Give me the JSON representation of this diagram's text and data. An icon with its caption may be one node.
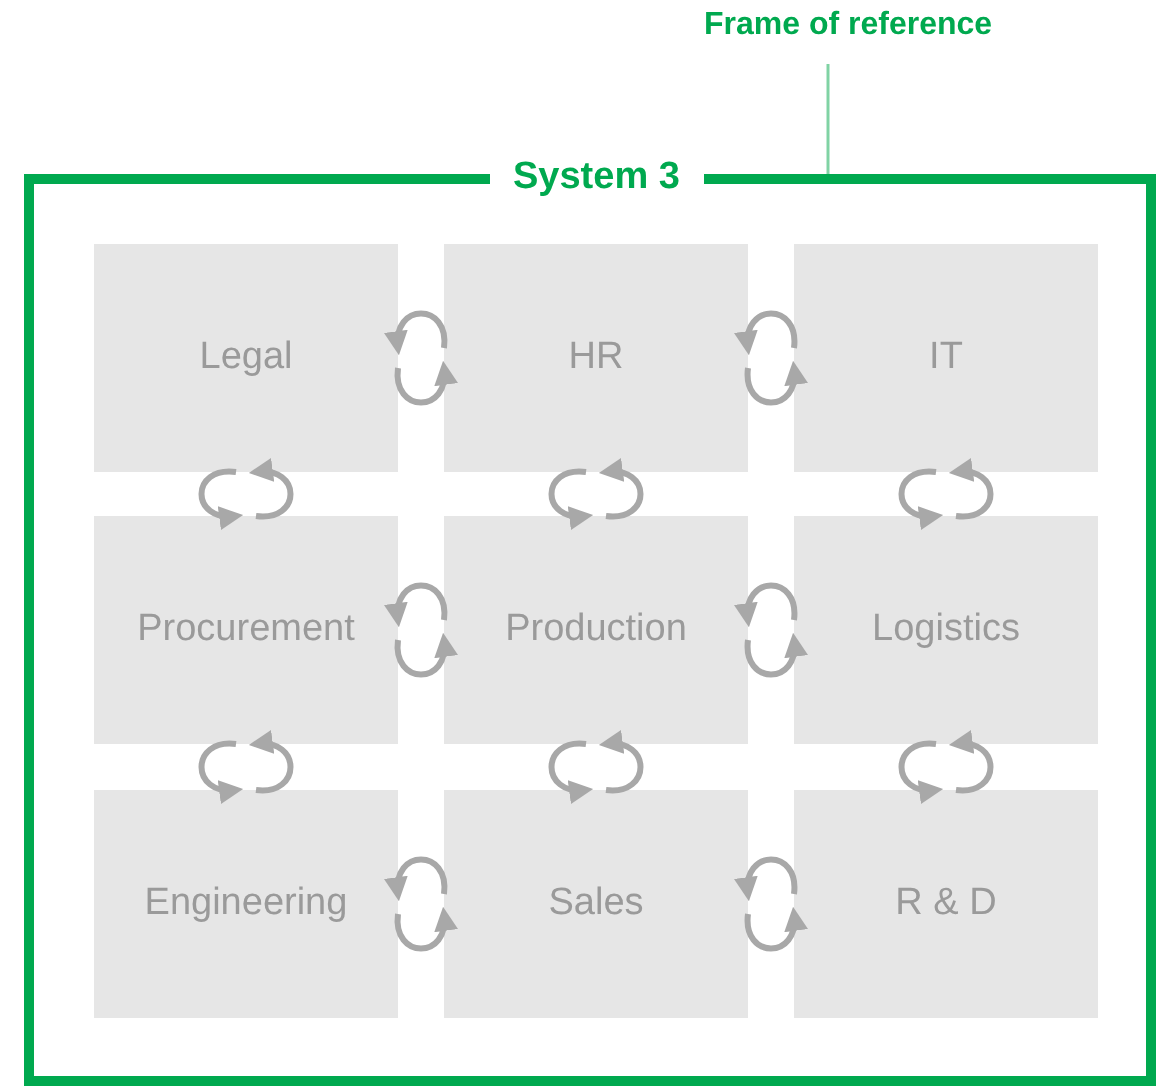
{
  "diagram": {
    "nodes": [
      {
        "text": [
          "Frame of reference"
        ]
      },
      {
        "text": [
          "System 3"
        ]
      },
      {
        "text": [
          "Legal"
        ],
        "in": 1
      },
      {
        "text": [
          "HR"
        ],
        "in": 1
      },
      {
        "text": [
          "IT"
        ],
        "in": 1
      },
      {
        "text": [
          "Procurement"
        ],
        "in": 1
      },
      {
        "text": [
          "Production"
        ],
        "in": 1
      },
      {
        "text": [
          "Logistics"
        ],
        "in": 1
      },
      {
        "text": [
          "Engineering"
        ],
        "in": 1
      },
      {
        "text": [
          "Sales"
        ],
        "in": 1
      },
      {
        "text": [
          "R & D"
        ],
        "in": 1
      }
    ],
    "edges": [
      {
        "from": 0,
        "to": 1,
        "arrow": "none",
        "color": "#80d3a4"
      },
      {
        "from": 3,
        "to": 2,
        "arrow": "to"
      },
      {
        "from": 2,
        "to": 3,
        "arrow": "to"
      },
      {
        "from": 4,
        "to": 3,
        "arrow": "to"
      },
      {
        "from": 3,
        "to": 4,
        "arrow": "to"
      },
      {
        "from": 2,
        "to": 5,
        "arrow": "to"
      },
      {
        "from": 5,
        "to": 2,
        "arrow": "to"
      },
      {
        "from": 3,
        "to": 6,
        "arrow": "to"
      },
      {
        "from": 6,
        "to": 3,
        "arrow": "to"
      },
      {
        "from": 4,
        "to": 7,
        "arrow": "to"
      },
      {
        "from": 7,
        "to": 4,
        "arrow": "to"
      },
      {
        "from": 6,
        "to": 5,
        "arrow": "to"
      },
      {
        "from": 5,
        "to": 6,
        "arrow": "to"
      },
      {
        "from": 7,
        "to": 6,
        "arrow": "to"
      },
      {
        "from": 6,
        "to": 7,
        "arrow": "to"
      },
      {
        "from": 5,
        "to": 8,
        "arrow": "to"
      },
      {
        "from": 8,
        "to": 5,
        "arrow": "to"
      },
      {
        "from": 6,
        "to": 9,
        "arrow": "to"
      },
      {
        "from": 9,
        "to": 6,
        "arrow": "to"
      },
      {
        "from": 7,
        "to": 10,
        "arrow": "to"
      },
      {
        "from": 10,
        "to": 7,
        "arrow": "to"
      },
      {
        "from": 9,
        "to": 8,
        "arrow": "to"
      },
      {
        "from": 8,
        "to": 9,
        "arrow": "to"
      },
      {
        "from": 10,
        "to": 9,
        "arrow": "to"
      },
      {
        "from": 9,
        "to": 10,
        "arrow": "to"
      }
    ]
  }
}
